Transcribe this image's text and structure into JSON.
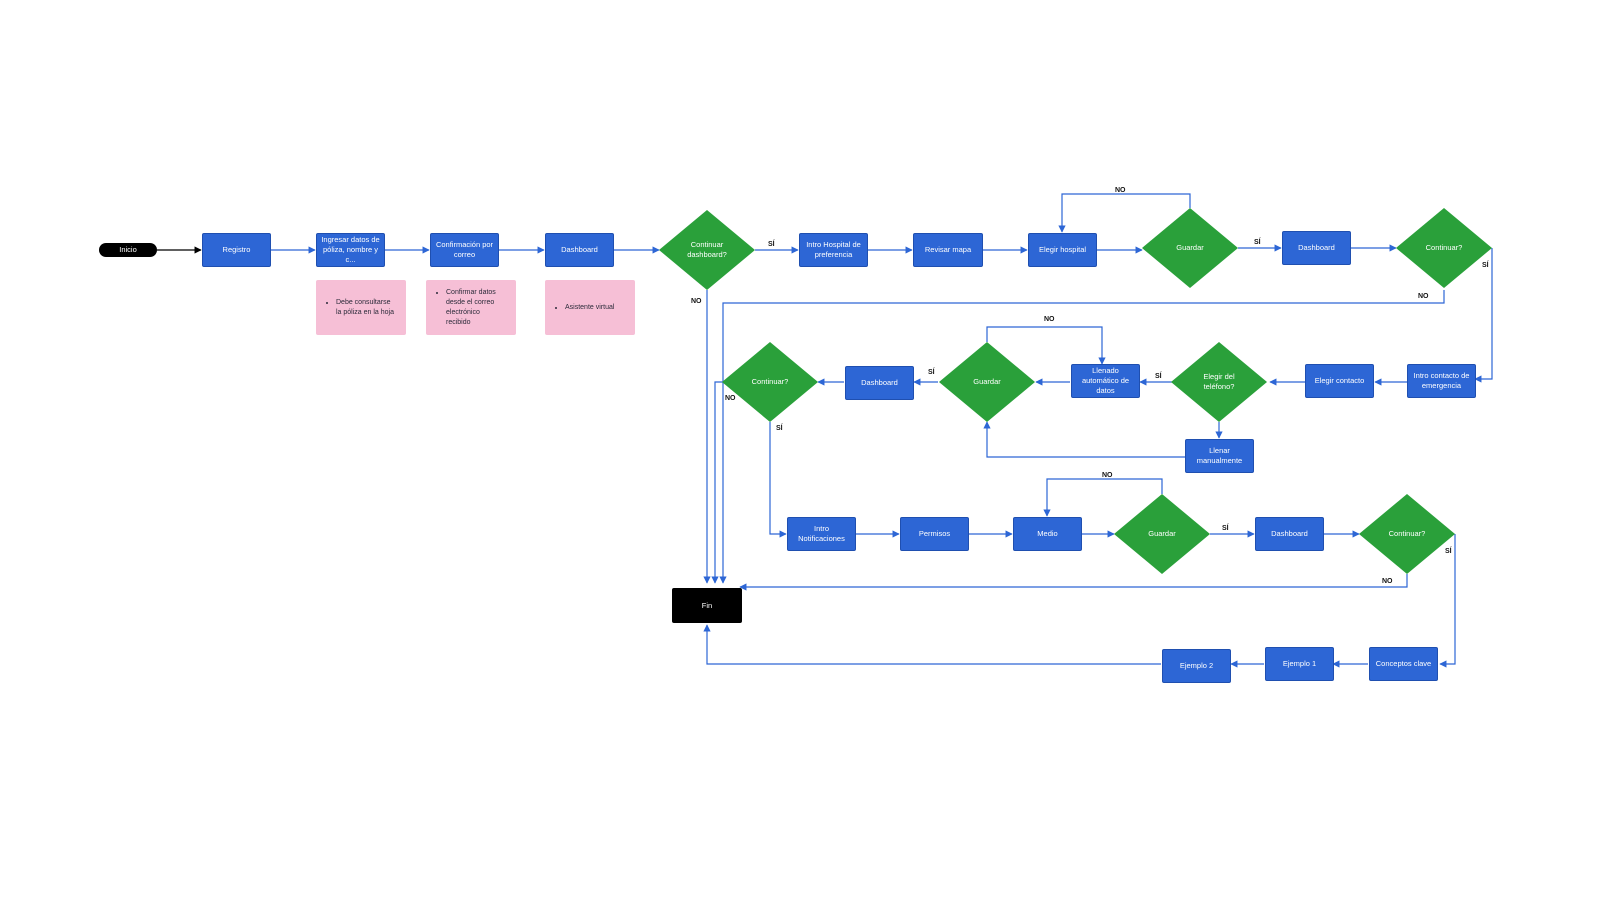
{
  "colors": {
    "process": "#2d66d5",
    "decision": "#2aa03a",
    "terminal": "#000000",
    "note": "#f6bfd6",
    "edge": "#2d66d5"
  },
  "terminals": {
    "start": "Inicio",
    "end": "Fin"
  },
  "row1": {
    "registro": "Registro",
    "ingresar": "Ingresar datos de póliza, nombre y c...",
    "confirmacion": "Confirmación por correo",
    "dashboard": "Dashboard",
    "continuar_dashboard": "Continuar dashboard?",
    "intro_hospital": "Intro Hospital de preferencia",
    "revisar_mapa": "Revisar mapa",
    "elegir_hospital": "Elegir hospital",
    "guardar": "Guardar",
    "dashboard2": "Dashboard",
    "continuar": "Continuar?"
  },
  "notes": {
    "poliza": "Debe consultarse la póliza en la hoja",
    "correo": "Confirmar datos desde el correo electrónico recibido",
    "asistente": "Asistente virtual"
  },
  "row2": {
    "intro_contacto": "Intro contacto de emergencia",
    "elegir_contacto": "Elegir contacto",
    "elegir_telefono": "Elegir del teléfono?",
    "llenado_auto": "Llenado automático de datos",
    "llenar_manual": "Llenar manualmente",
    "guardar": "Guardar",
    "dashboard": "Dashboard",
    "continuar": "Continuar?"
  },
  "row3": {
    "intro_notificaciones": "Intro Notificaciones",
    "permisos": "Permisos",
    "medio": "Medio",
    "guardar": "Guardar",
    "dashboard": "Dashboard",
    "continuar": "Continuar?"
  },
  "row4": {
    "conceptos": "Conceptos clave",
    "ejemplo1": "Ejemplo 1",
    "ejemplo2": "Ejemplo 2"
  },
  "edge_labels": {
    "si": "SÍ",
    "no": "NO"
  }
}
